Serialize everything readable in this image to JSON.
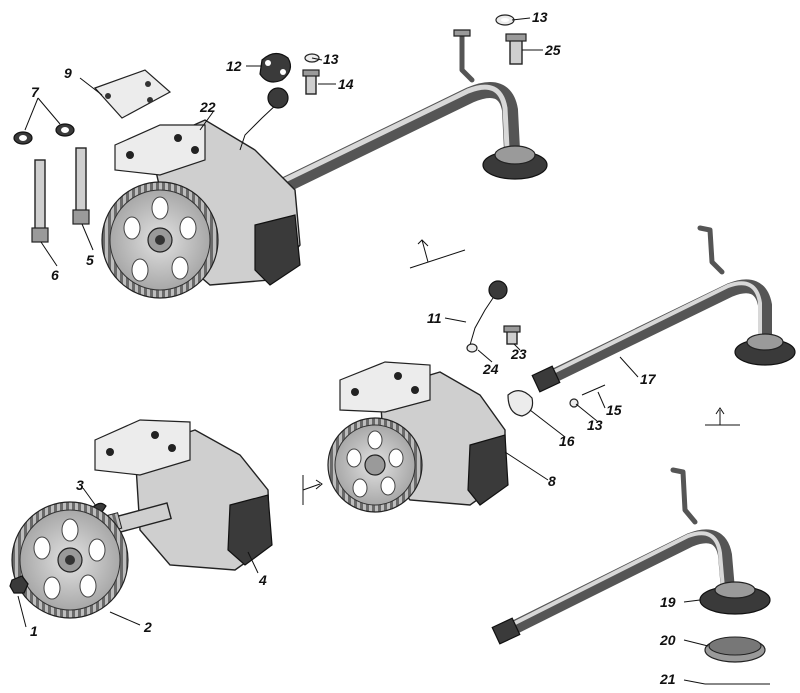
{
  "labels": {
    "l1": "1",
    "l2": "2",
    "l3": "3",
    "l4": "4",
    "l5": "5",
    "l6": "6",
    "l7": "7",
    "l8": "8",
    "l9": "9",
    "l11": "11",
    "l12": "12",
    "l13a": "13",
    "l13b": "13",
    "l13c": "13",
    "l14": "14",
    "l15": "15",
    "l16": "16",
    "l17": "17",
    "l19": "19",
    "l20": "20",
    "l21": "21",
    "l22": "22",
    "l23": "23",
    "l24": "24",
    "l25": "25"
  },
  "colors": {
    "metal": "#cfcfcf",
    "dark": "#3a3a3a",
    "background": "#ffffff"
  }
}
